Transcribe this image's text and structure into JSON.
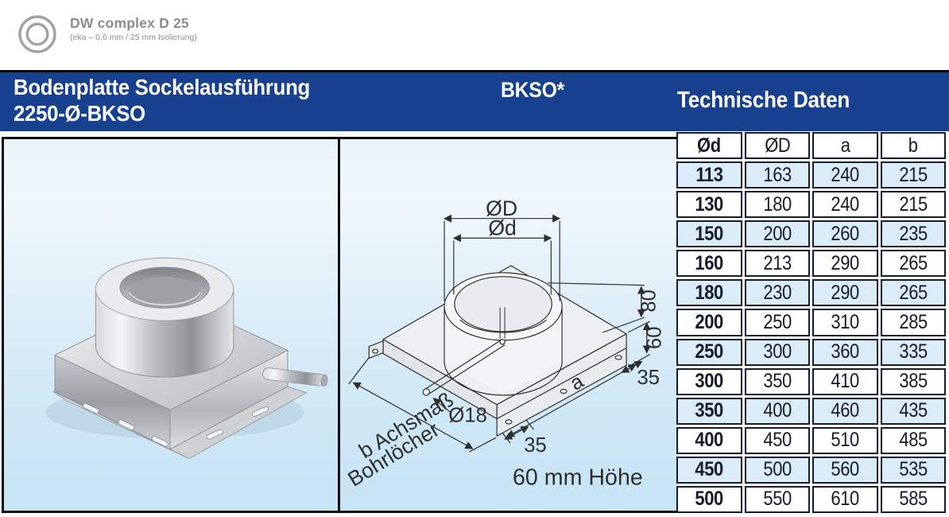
{
  "logo": {
    "title": "DW complex D 25",
    "subtitle": "(eka – 0,6 mm / 25 mm Isolierung)"
  },
  "header": {
    "product_title_line1": "Bodenplatte Sockelausführung",
    "product_title_line2": "2250-Ø-BKSO",
    "code": "BKSO*",
    "table_title": "Technische Daten"
  },
  "drawing": {
    "labels": {
      "outer_dia": "ØD",
      "inner_dia": "Ød",
      "collar_height": "80",
      "plate_height": "60",
      "offset_right": "35",
      "hole_pitch": "a",
      "offset_front": "35",
      "hole_dia": "Ø18",
      "note_line1": "b Achsmaß",
      "note_line2": "Bohrlöcher",
      "height_note": "60 mm Höhe"
    }
  },
  "table": {
    "columns": [
      "Ød",
      "ØD",
      "a",
      "b"
    ],
    "rows": [
      [
        "113",
        "163",
        "240",
        "215"
      ],
      [
        "130",
        "180",
        "240",
        "215"
      ],
      [
        "150",
        "200",
        "260",
        "235"
      ],
      [
        "160",
        "213",
        "290",
        "265"
      ],
      [
        "180",
        "230",
        "290",
        "265"
      ],
      [
        "200",
        "250",
        "310",
        "285"
      ],
      [
        "250",
        "300",
        "360",
        "335"
      ],
      [
        "300",
        "350",
        "410",
        "385"
      ],
      [
        "350",
        "400",
        "460",
        "435"
      ],
      [
        "400",
        "450",
        "510",
        "485"
      ],
      [
        "450",
        "500",
        "560",
        "535"
      ],
      [
        "500",
        "550",
        "610",
        "585"
      ]
    ]
  },
  "colors": {
    "bar_blue": "#17418f",
    "row_alt_blue": "#d9ecf8",
    "panel_blue_bottom": "#c5e4f5",
    "border_dark": "#141b33",
    "logo_gray": "#8d8d8d"
  }
}
